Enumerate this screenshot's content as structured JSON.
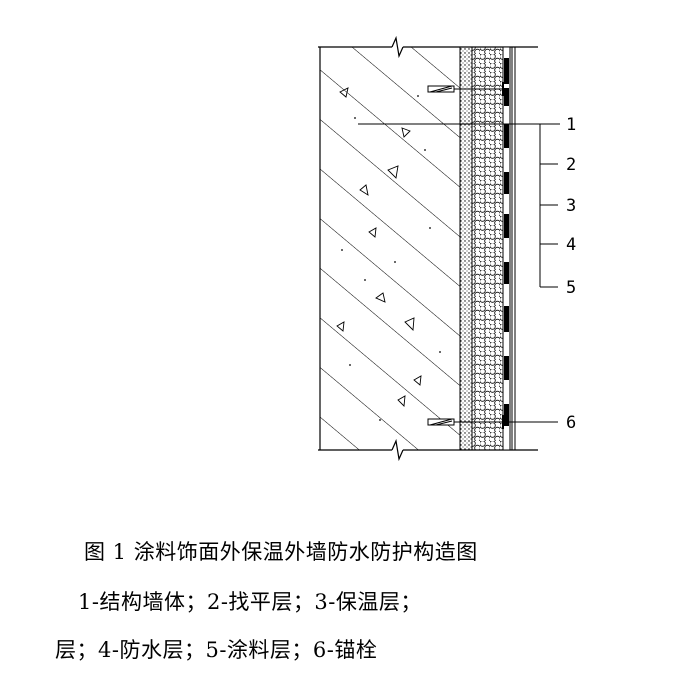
{
  "figure": {
    "callouts": [
      "1",
      "2",
      "3",
      "4",
      "5",
      "6"
    ],
    "caption": {
      "title": "图 1 涂料饰面外保温外墙防水防护构造图",
      "line2": "1-结构墙体；2-找平层；3-保温层；",
      "line3": "层；4-防水层；5-涂料层；6-锚栓"
    }
  }
}
